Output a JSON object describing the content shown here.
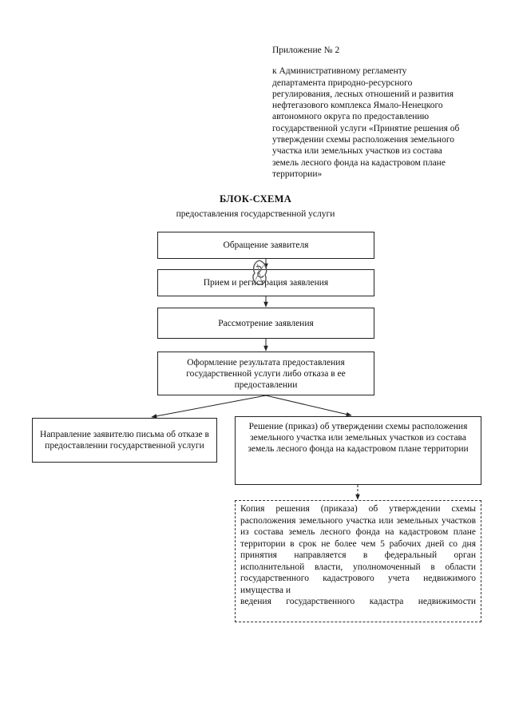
{
  "appendix": {
    "number": "Приложение № 2",
    "text_lines": [
      "к Административному регламенту",
      "департамента природно-ресурсного",
      "регулирования, лесных отношений и развития",
      "нефтегазового комплекса Ямало-Ненецкого",
      "автономного округа по предоставлению",
      "государственной услуги «Принятие решения об",
      "утверждении схемы расположения земельного",
      "участка или земельных участков из состава",
      "земель лесного фонда на кадастровом плане",
      "территории»"
    ]
  },
  "title": "БЛОК-СХЕМА",
  "subtitle": "предоставления государственной услуги",
  "boxes": {
    "b1": "Обращение заявителя",
    "b2": "Прием и регистрация заявления",
    "b3": "Рассмотрение заявления",
    "b4": "Оформление результата предоставления государственной услуги либо отказа в ее предоставлении",
    "b5": "Направление заявителю письма об отказе в предоставлении государственной услуги",
    "b6": "Решение (приказ) об утверждении схемы расположения земельного участка или земельных участков из состава земель лесного фонда на кадастровом плане территории",
    "b7_main": "Копия решения (приказа) об утверждении схемы расположения земельного участка или земельных участков из состава земель лесного фонда на кадастровом плане территории в срок не более чем 5 рабочих дней со дня принятия направляется в федеральный орган исполнительной власти, уполномоченный в области государственного кадастрового учета недвижимого имущества и",
    "b7_last": "ведения государственного кадастра недвижимости"
  },
  "colors": {
    "line": "#222222",
    "background": "#ffffff",
    "text": "#111111"
  }
}
